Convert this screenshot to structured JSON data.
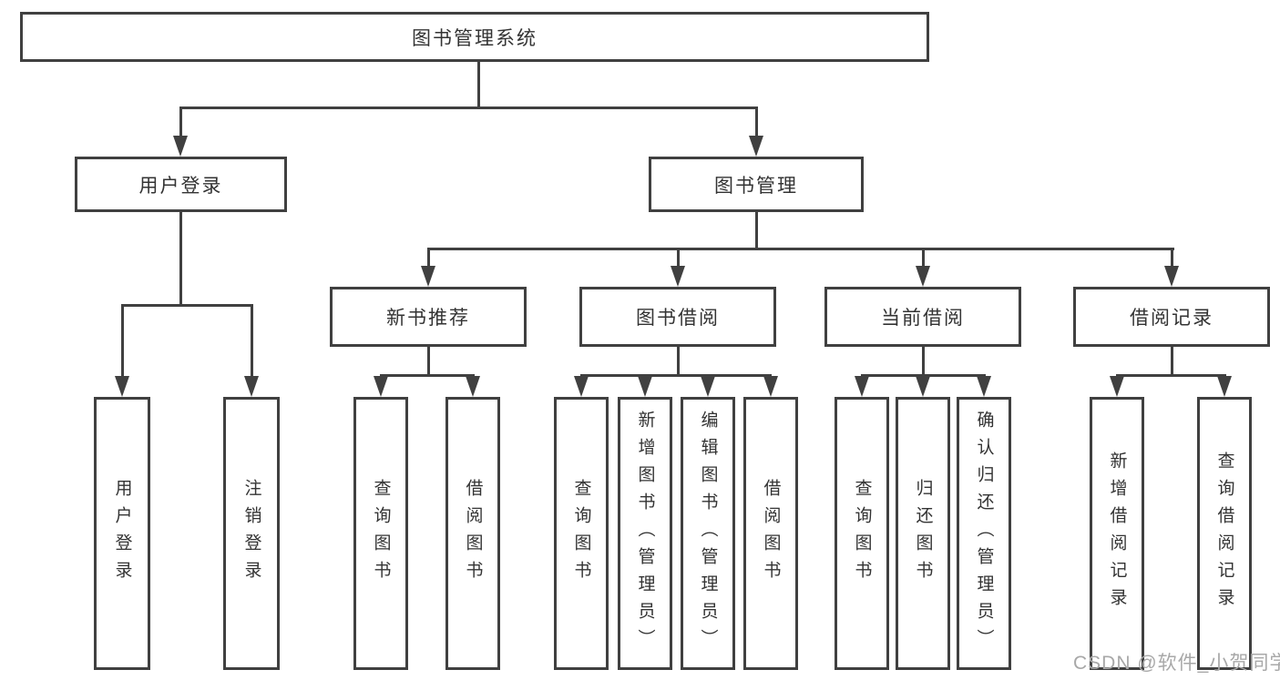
{
  "diagram": {
    "title": "图书管理系统",
    "watermark": "CSDN @软件_小贺同学",
    "colors": {
      "line": "#404040",
      "text": "#333333",
      "watermark": "#a8a8a8",
      "background": "#ffffff"
    },
    "level1": {
      "user_login": "用户登录",
      "book_mgmt": "图书管理"
    },
    "user_login_children": {
      "login": "用户登录",
      "logout": "注销登录"
    },
    "level2": {
      "new_book_rec": "新书推荐",
      "book_borrow": "图书借阅",
      "current_borrow": "当前借阅",
      "borrow_record": "借阅记录"
    },
    "new_book_rec_children": {
      "query_book": "查询图书",
      "borrow_book": "借阅图书"
    },
    "book_borrow_children": {
      "query_book": "查询图书",
      "add_book": "新增图书（管理员）",
      "edit_book": "编辑图书（管理员）",
      "borrow_book": "借阅图书"
    },
    "current_borrow_children": {
      "query_book": "查询图书",
      "return_book": "归还图书",
      "confirm_return": "确认归还（管理员）"
    },
    "borrow_record_children": {
      "add_record": "新增借阅记录",
      "query_record": "查询借阅记录"
    }
  }
}
